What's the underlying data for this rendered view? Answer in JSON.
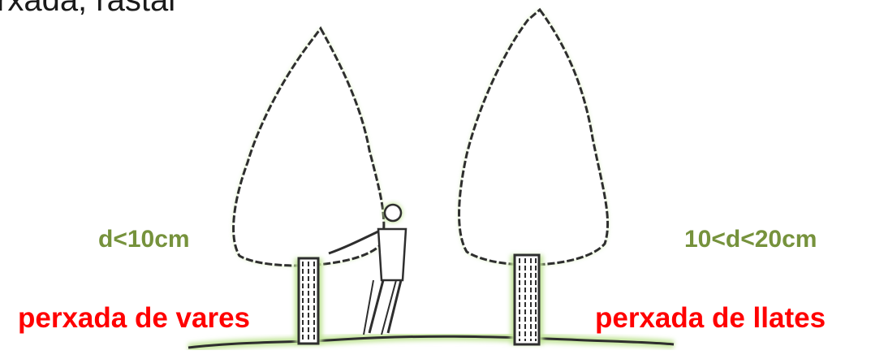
{
  "title": "rxada, rastal",
  "left": {
    "diameter_label": "d<10cm",
    "stand_label": "perxada de vares"
  },
  "right": {
    "diameter_label": "10<d<20cm",
    "stand_label": "perxada de llates"
  },
  "colors": {
    "green_label": "#76923c",
    "red_label": "#ff0000",
    "tree_glow": "#c3e59a",
    "ink": "#2e2e2e"
  }
}
